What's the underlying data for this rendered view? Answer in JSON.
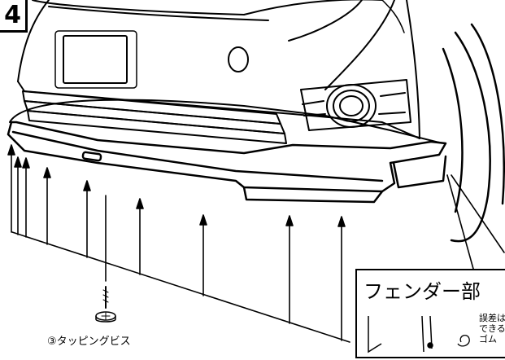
{
  "step": {
    "number": "4"
  },
  "part": {
    "screw_label": "③タッピングビス"
  },
  "fender_inset": {
    "title": "フェンダー部",
    "note_lines": [
      "誤差は",
      "できる",
      "ゴム"
    ]
  }
}
